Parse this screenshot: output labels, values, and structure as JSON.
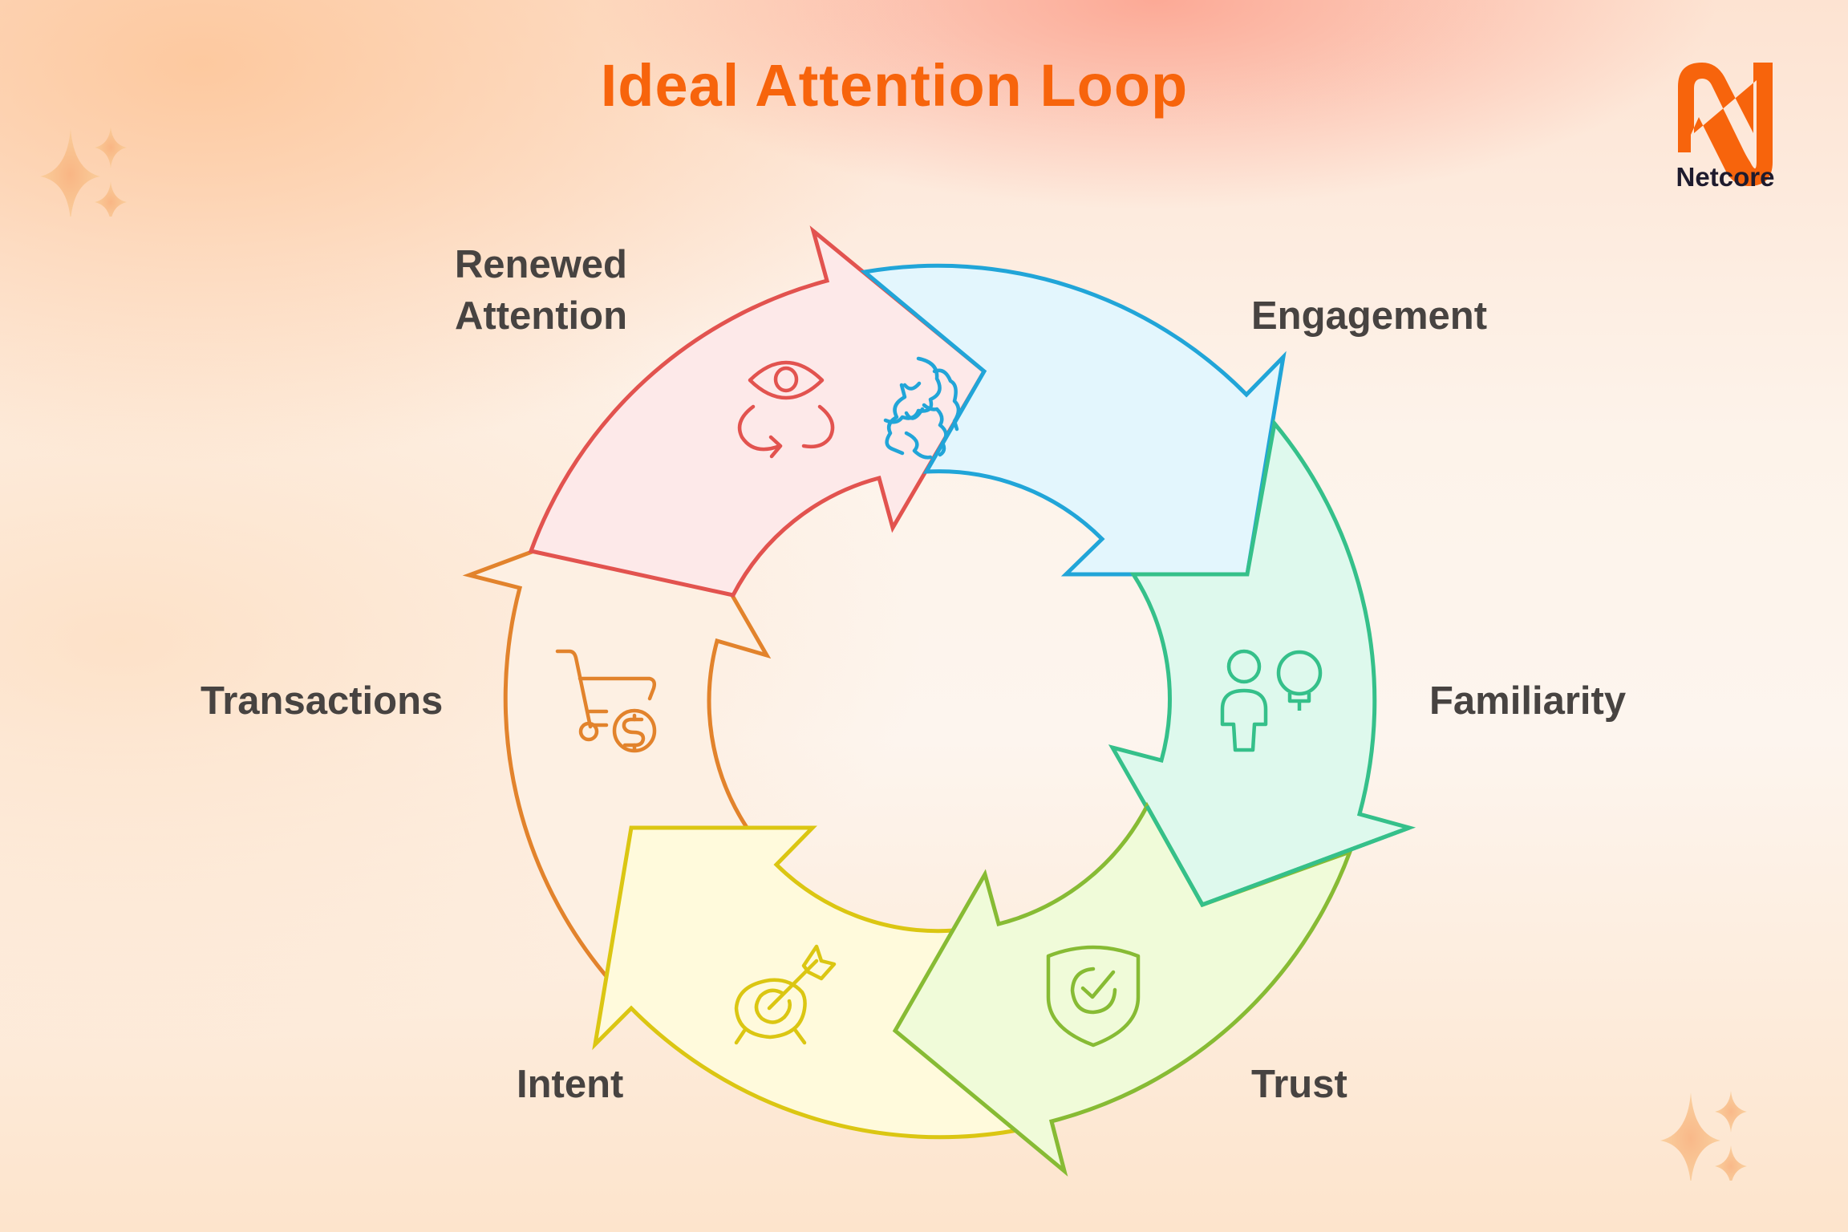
{
  "title": "Ideal Attention Loop",
  "brand": {
    "name": "Netcore",
    "logo_icon": "netcore-n-logo-icon",
    "color": "#f7640c"
  },
  "stages": [
    {
      "id": "renewed-attention",
      "label_line1": "Renewed",
      "label_line2": "Attention",
      "icon": "eye-rotate-icon",
      "stroke": "#e2534f",
      "fill": "#fde9e9"
    },
    {
      "id": "engagement",
      "label": "Engagement",
      "icon": "handshake-icon",
      "stroke": "#21a5d8",
      "fill": "#e3f6fd"
    },
    {
      "id": "familiarity",
      "label": "Familiarity",
      "icon": "person-lightbulb-icon",
      "stroke": "#35c08a",
      "fill": "#def9ed"
    },
    {
      "id": "trust",
      "label": "Trust",
      "icon": "shield-check-icon",
      "stroke": "#87bb34",
      "fill": "#f0fbd9"
    },
    {
      "id": "intent",
      "label": "Intent",
      "icon": "target-arrow-icon",
      "stroke": "#dbc612",
      "fill": "#fffadc"
    },
    {
      "id": "transactions",
      "label": "Transactions",
      "icon": "cart-dollar-icon",
      "stroke": "#e2832c",
      "fill": "#fdf0e3"
    }
  ],
  "decorations": [
    "sparkle-icon",
    "sparkle-icon"
  ]
}
